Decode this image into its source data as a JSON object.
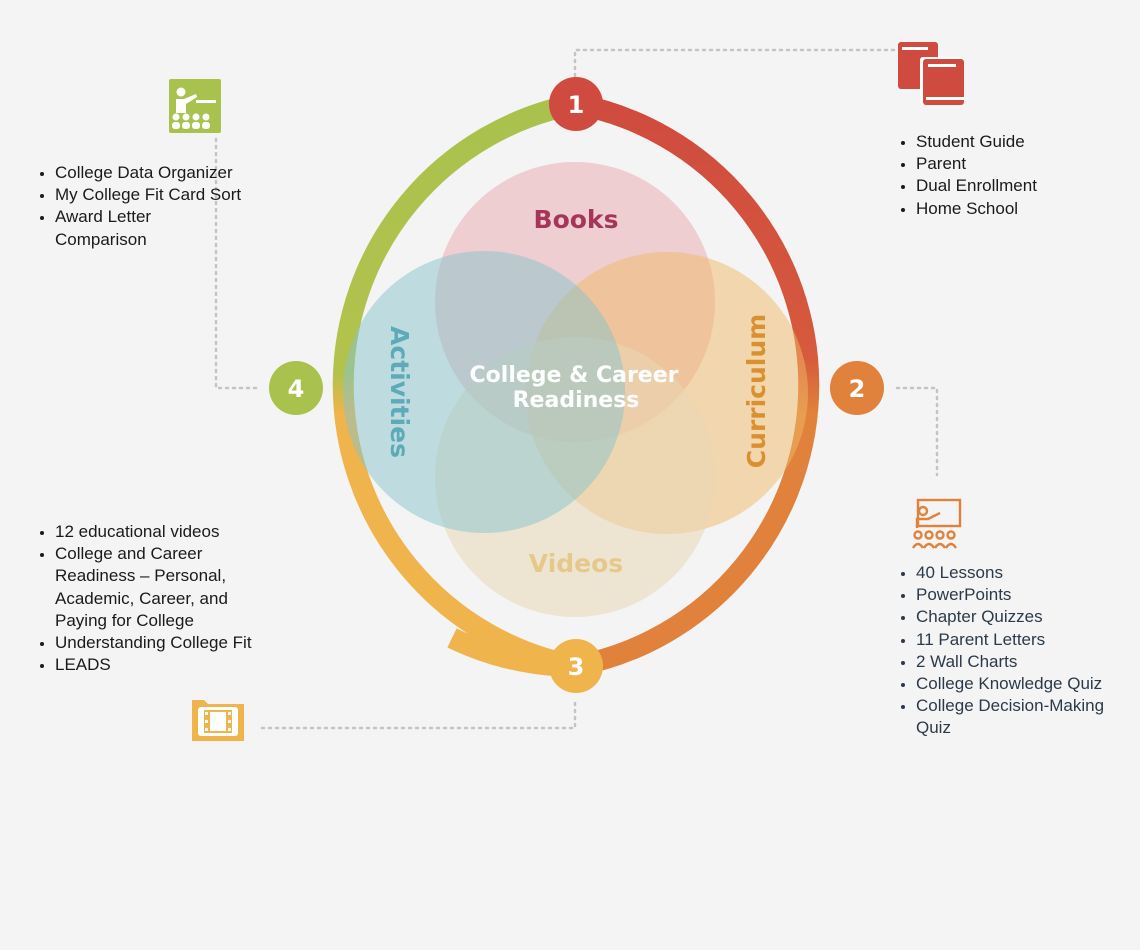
{
  "diagram": {
    "center_label": [
      "College & Career",
      "Readiness"
    ],
    "circles": [
      {
        "label": "Books",
        "fill": "#e8a7ad",
        "text_color": "#a5365a"
      },
      {
        "label": "Curriculum",
        "fill": "#f0b766",
        "text_color": "#d9912f"
      },
      {
        "label": "Videos",
        "fill": "#ead7b6",
        "text_color": "#e6c98a"
      },
      {
        "label": "Activities",
        "fill": "#88c3cb",
        "text_color": "#5eaab8"
      }
    ],
    "steps": [
      {
        "number": "1",
        "color": "#cf4b3f"
      },
      {
        "number": "2",
        "color": "#e0823c"
      },
      {
        "number": "3",
        "color": "#efb44c"
      },
      {
        "number": "4",
        "color": "#a9c24d"
      }
    ]
  },
  "sections": {
    "books": {
      "icon": "books-icon",
      "items": [
        "Student Guide",
        "Parent",
        "Dual Enrollment",
        "Home School"
      ]
    },
    "curriculum": {
      "icon": "classroom-teacher-icon",
      "items": [
        "40 Lessons",
        "PowerPoints",
        "Chapter Quizzes",
        "11 Parent Letters",
        "2 Wall Charts",
        "College Knowledge Quiz",
        "College Decision-Making Quiz"
      ]
    },
    "videos": {
      "icon": "video-folder-icon",
      "items": [
        "12 educational videos",
        "College and Career Readiness – Personal, Academic, Career, and Paying for College",
        "Understanding College Fit",
        "LEADS"
      ]
    },
    "activities": {
      "icon": "classroom-teacher-icon",
      "items": [
        "College Data Organizer",
        "My College Fit Card Sort",
        "Award Letter Comparison"
      ]
    }
  }
}
